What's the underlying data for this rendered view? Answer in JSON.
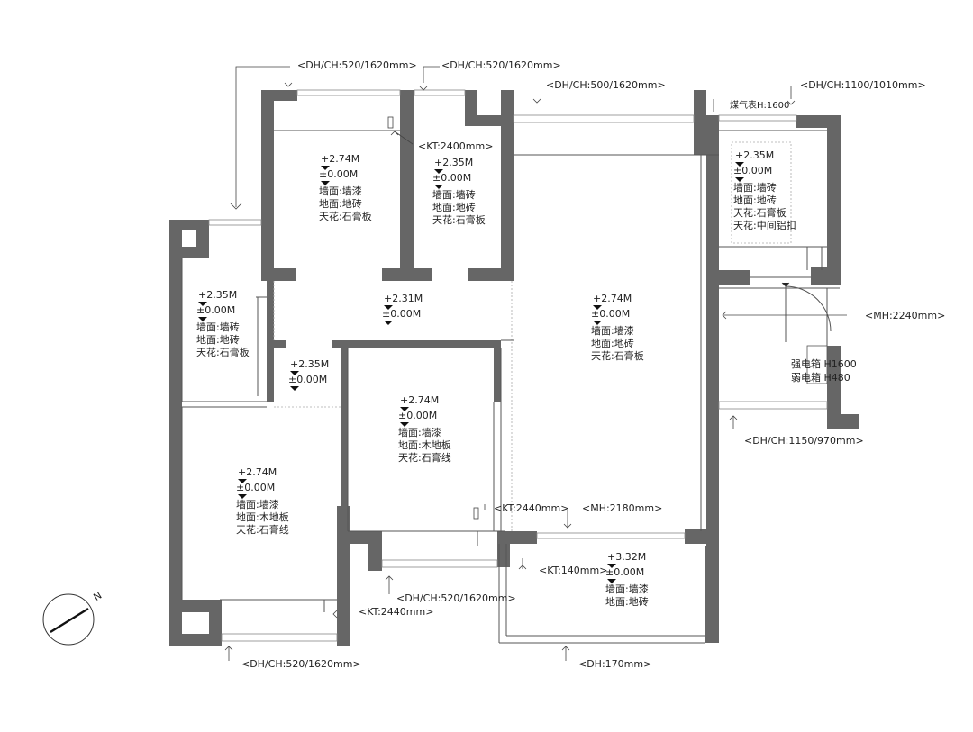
{
  "tags": {
    "dh_top_left": "<DH/CH:520/1620mm>",
    "dh_top_mid": "<DH/CH:520/1620mm>",
    "dh_top_living": "<DH/CH:500/1620mm>",
    "dh_top_right": "<DH/CH:1100/1010mm>",
    "gas_meter": "煤气表H:1600",
    "kt_top": "<KT:2400mm>",
    "mh_right": "<MH:2240mm>",
    "strong_box": "强电箱 H1600",
    "weak_box": "弱电箱 H480",
    "dh_right_lower": "<DH/CH:1150/970mm>",
    "kt_mid": "<KT:2440mm>",
    "mh_mid": "<MH:2180mm>",
    "kt_balcony": "<KT:140mm>",
    "dh_bottom_mid": "<DH/CH:520/1620mm>",
    "kt_bottom": "<KT:2440mm>",
    "dh_bottom_left": "<DH/CH:520/1620mm>",
    "dh_bottom_balcony": "<DH:170mm>"
  },
  "rooms": [
    {
      "id": "bedroom-top-left",
      "lines": [
        "+2.74M",
        "±0.00M",
        "墙面:墙漆",
        "地面:地砖",
        "天花:石膏板"
      ]
    },
    {
      "id": "bathroom-top",
      "lines": [
        "+2.35M",
        "±0.00M",
        "墙面:墙砖",
        "地面:地砖",
        "天花:石膏板"
      ]
    },
    {
      "id": "kitchen",
      "lines": [
        "+2.35M",
        "±0.00M",
        "墙面:墙砖",
        "地面:地砖",
        "天花:石膏板",
        "天花:中间铝扣"
      ]
    },
    {
      "id": "bathroom-left",
      "lines": [
        "+2.35M",
        "±0.00M",
        "墙面:墙砖",
        "地面:地砖",
        "天花:石膏板"
      ]
    },
    {
      "id": "corridor",
      "lines": [
        "+2.31M",
        "±0.00M"
      ]
    },
    {
      "id": "living-room",
      "lines": [
        "+2.74M",
        "±0.00M",
        "墙面:墙漆",
        "地面:地砖",
        "天花:石膏板"
      ]
    },
    {
      "id": "small-hall",
      "lines": [
        "+2.35M",
        "±0.00M"
      ]
    },
    {
      "id": "bedroom-mid",
      "lines": [
        "+2.74M",
        "±0.00M",
        "墙面:墙漆",
        "地面:木地板",
        "天花:石膏线"
      ]
    },
    {
      "id": "bedroom-bottom-left",
      "lines": [
        "+2.74M",
        "±0.00M",
        "墙面:墙漆",
        "地面:木地板",
        "天花:石膏线"
      ]
    },
    {
      "id": "balcony",
      "lines": [
        "+3.32M",
        "±0.00M",
        "墙面:墙漆",
        "地面:地砖"
      ]
    }
  ],
  "compass": {
    "label": "N"
  }
}
